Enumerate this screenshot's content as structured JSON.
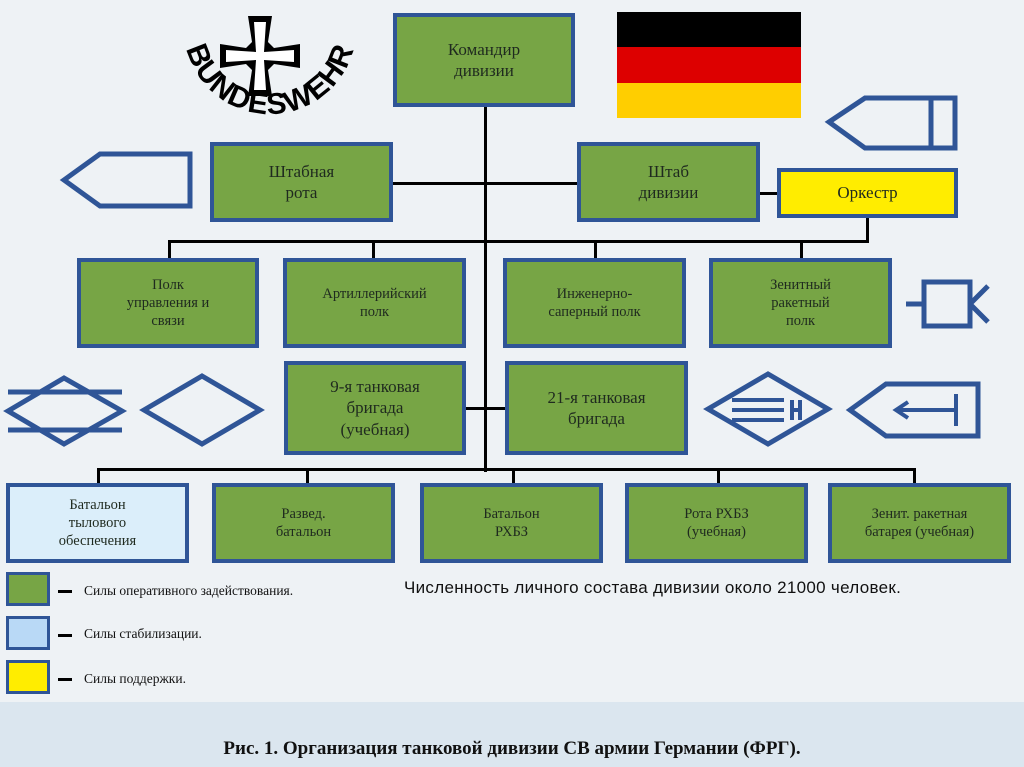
{
  "logo": {
    "text": "BUNDESWEHR"
  },
  "colors": {
    "flag": [
      "#000000",
      "#dd0000",
      "#ffce00"
    ],
    "operational": "#77a545",
    "stabilization": "#dbeefa",
    "support": "#ffed00",
    "symbol": "#2f5597"
  },
  "nodes": {
    "commander": "Командир\nдивизии",
    "hq_company": "Штабная\nрота",
    "division_hq": "Штаб\nдивизии",
    "orchestra": "Оркестр",
    "signal_regiment": "Полк\nуправления и\nсвязи",
    "artillery_regiment": "Артиллерийский\nполк",
    "engineer_regiment": "Инженерно-\nсаперный полк",
    "air_defense_regiment": "Зенитный\nракетный\nполк",
    "tank_brigade_9": "9-я танковая\nбригада\n(учебная)",
    "tank_brigade_21": "21-я танковая\nбригада",
    "logistics_battalion": "Батальон\nтылового\nобеспечения",
    "recon_battalion": "Развед.\nбатальон",
    "nbc_battalion": "Батальон\nРХБЗ",
    "nbc_company": "Рота РХБЗ\n(учебная)",
    "sam_battery": "Зенит. ракетная\nбатарея (учебная)"
  },
  "legend": [
    {
      "label": "Силы оперативного задействования.",
      "color": "#77a545"
    },
    {
      "label": "Силы стабилизации.",
      "color": "#dbeefa"
    },
    {
      "label": "Силы поддержки.",
      "color": "#ffed00"
    }
  ],
  "strength_note": "Численность личного состава дивизии около 21000 человек.",
  "caption": "Рис. 1. Организация танковой дивизии СВ армии Германии (ФРГ)."
}
